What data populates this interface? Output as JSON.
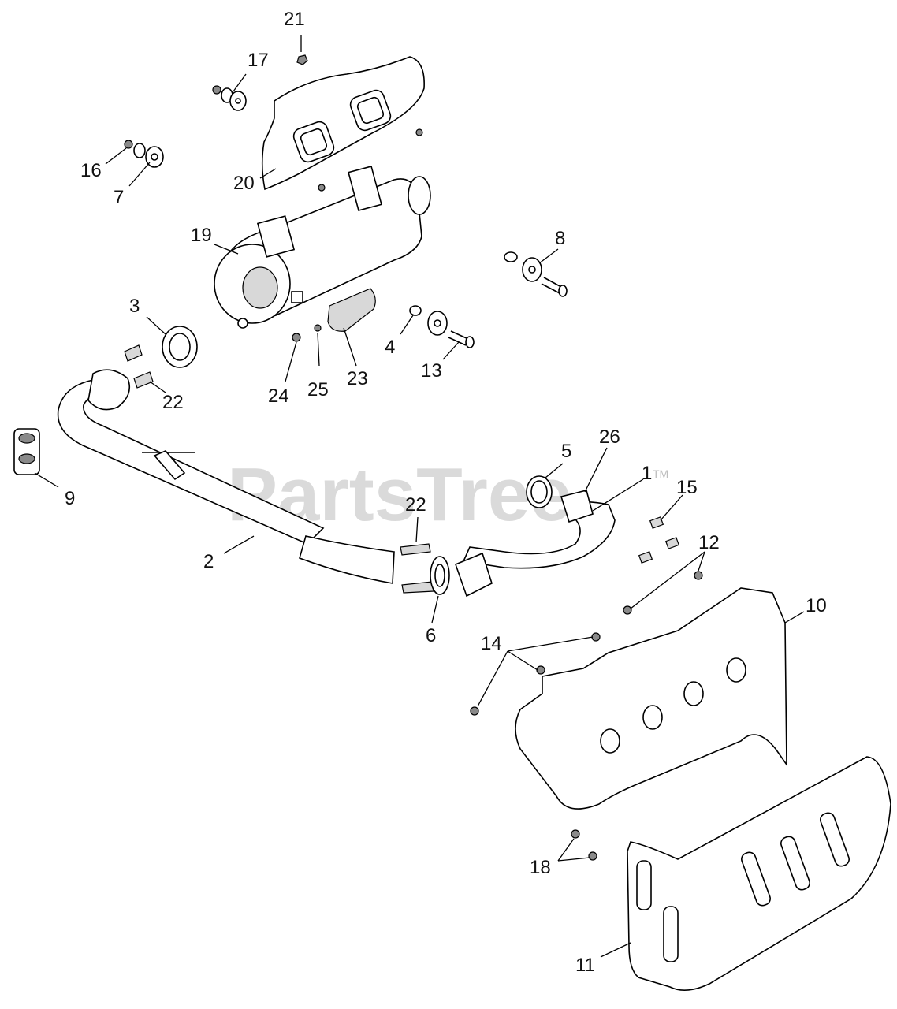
{
  "watermark": {
    "text": "PartsTree",
    "mark": "TM"
  },
  "callouts": [
    "21",
    "17",
    "16",
    "7",
    "20",
    "19",
    "8",
    "3",
    "22",
    "4",
    "13",
    "24",
    "25",
    "23",
    "9",
    "5",
    "26",
    "1",
    "15",
    "22",
    "12",
    "2",
    "6",
    "10",
    "14",
    "18",
    "11"
  ]
}
